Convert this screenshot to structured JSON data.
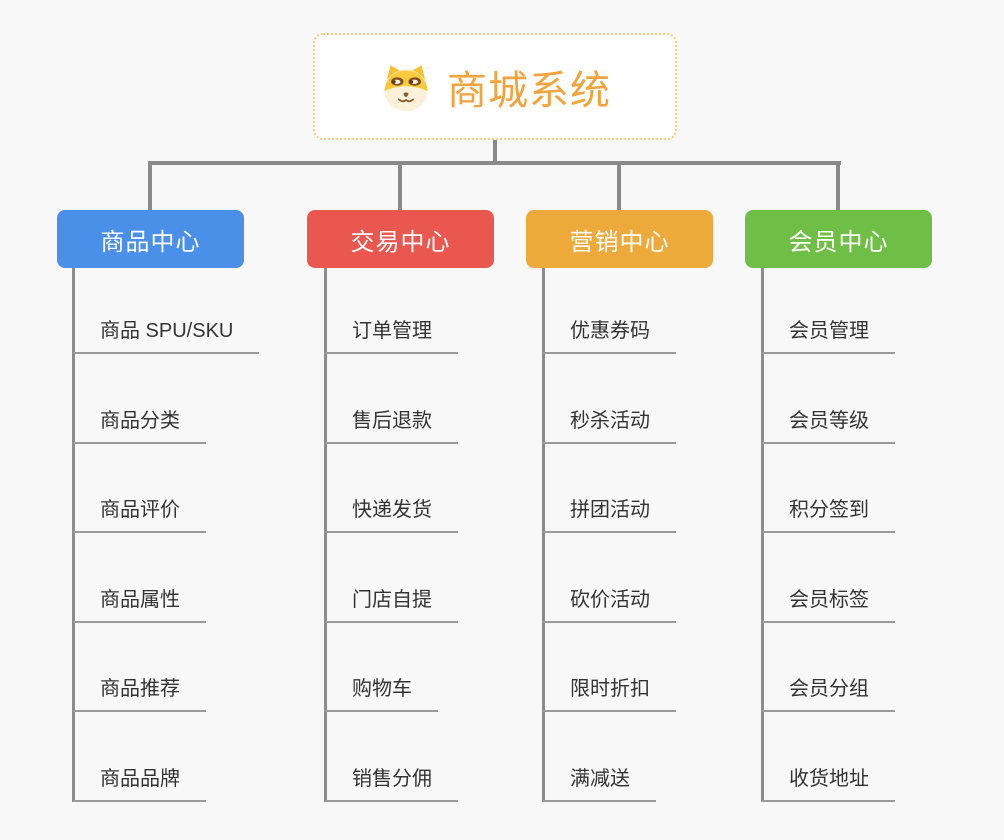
{
  "root": {
    "title": "商城系统",
    "icon": "dog-face-icon"
  },
  "colors": {
    "background": "#f8f8f8",
    "root_text": "#f2a33c",
    "root_border": "#f7c97f",
    "connector": "#8a8a8a",
    "underline": "#9a9a9a",
    "item_text": "#333333",
    "branch_product": "#4a8fe8",
    "branch_trade": "#e9574f",
    "branch_marketing": "#edaa3b",
    "branch_member": "#6fbe45"
  },
  "branches": [
    {
      "id": "product",
      "label": "商品中心",
      "color": "#4a8fe8",
      "children": [
        "商品 SPU/SKU",
        "商品分类",
        "商品评价",
        "商品属性",
        "商品推荐",
        "商品品牌"
      ]
    },
    {
      "id": "trade",
      "label": "交易中心",
      "color": "#e9574f",
      "children": [
        "订单管理",
        "售后退款",
        "快递发货",
        "门店自提",
        "购物车",
        "销售分佣"
      ]
    },
    {
      "id": "marketing",
      "label": "营销中心",
      "color": "#edaa3b",
      "children": [
        "优惠券码",
        "秒杀活动",
        "拼团活动",
        "砍价活动",
        "限时折扣",
        "满减送"
      ]
    },
    {
      "id": "member",
      "label": "会员中心",
      "color": "#6fbe45",
      "children": [
        "会员管理",
        "会员等级",
        "积分签到",
        "会员标签",
        "会员分组",
        "收货地址"
      ]
    }
  ]
}
